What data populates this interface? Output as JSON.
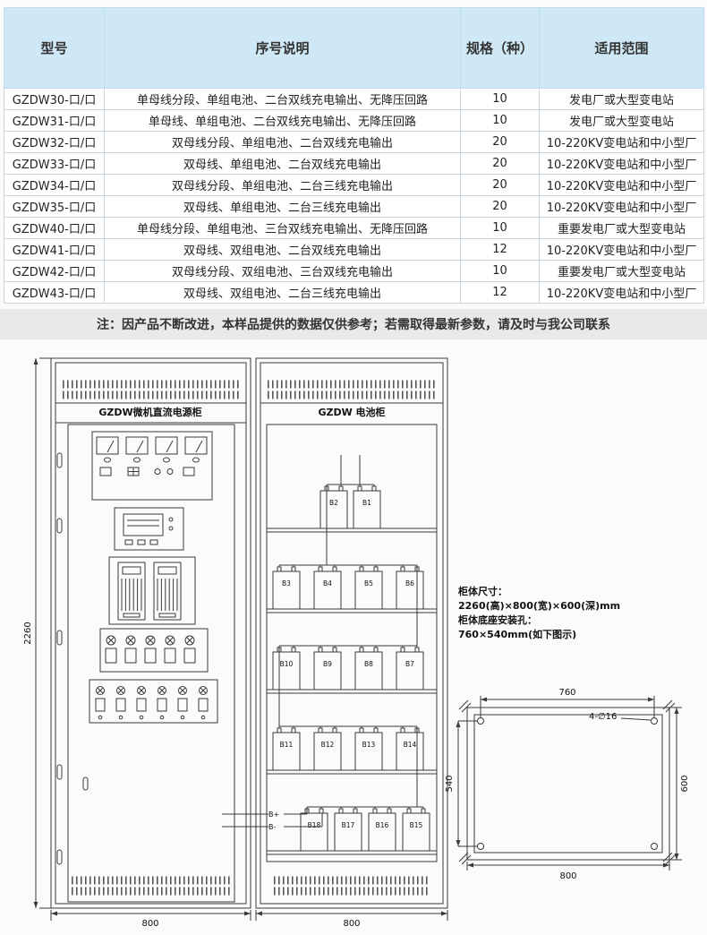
{
  "table": {
    "headers": [
      "型号",
      "序号说明",
      "规格（种）",
      "适用范围"
    ],
    "rows": [
      {
        "model": "GZDW30-口/口",
        "desc": "单母线分段、单组电池、二台双线充电输出、无降压回路",
        "spec": "10",
        "range": "发电厂或大型变电站"
      },
      {
        "model": "GZDW31-口/口",
        "desc": "单母线、单组电池、二台双线充电输出、无降压回路",
        "spec": "10",
        "range": "发电厂或大型变电站"
      },
      {
        "model": "GZDW32-口/口",
        "desc": "双母线分段、单组电池、二台双线充电输出",
        "spec": "20",
        "range": "10-220KV变电站和中小型厂"
      },
      {
        "model": "GZDW33-口/口",
        "desc": "双母线、单组电池、二台双线充电输出",
        "spec": "20",
        "range": "10-220KV变电站和中小型厂"
      },
      {
        "model": "GZDW34-口/口",
        "desc": "双母线分段、单组电池、二台三线充电输出",
        "spec": "20",
        "range": "10-220KV变电站和中小型厂"
      },
      {
        "model": "GZDW35-口/口",
        "desc": "双母线、单组电池、二台三线充电输出",
        "spec": "20",
        "range": "10-220KV变电站和中小型厂"
      },
      {
        "model": "GZDW40-口/口",
        "desc": "单母线分段、单组电池、三台双线充电输出、无降压回路",
        "spec": "10",
        "range": "重要发电厂或大型变电站"
      },
      {
        "model": "GZDW41-口/口",
        "desc": "双母线、双组电池、二台双线充电输出",
        "spec": "12",
        "range": "10-220KV变电站和中小型厂"
      },
      {
        "model": "GZDW42-口/口",
        "desc": "双母线分段、双组电池、三台双线充电输出",
        "spec": "10",
        "range": "重要发电厂或大型变电站"
      },
      {
        "model": "GZDW43-口/口",
        "desc": "双母线、双组电池、二台三线充电输出",
        "spec": "12",
        "range": "10-220KV变电站和中小型厂"
      }
    ]
  },
  "note": "注：因产品不断改进，本样品提供的数据仅供参考；若需取得最新参数，请及时与我公司联系",
  "diagram": {
    "power_cabinet_title": "GZDW微机直流电源柜",
    "battery_cabinet_title": "GZDW 电池柜",
    "height_dim": "2260",
    "power_width_dim": "800",
    "battery_width_dim": "800",
    "batteries": [
      "B2",
      "B1",
      "B3",
      "B4",
      "B5",
      "B6",
      "B10",
      "B9",
      "B8",
      "B7",
      "B11",
      "B12",
      "B13",
      "B14",
      "B18",
      "B17",
      "B16",
      "B15"
    ],
    "terminal_pos": "B+",
    "terminal_neg": "B-",
    "size_note": {
      "label1": "柜体尺寸：",
      "value1": "2260(高)×800(宽)×600(深)mm",
      "label2": "柜体底座安装孔：",
      "value2": "760×540mm(如下图示)"
    },
    "base": {
      "top_dim": "760",
      "left_dim": "540",
      "right_dim": "600",
      "bottom_dim": "800",
      "hole_label": "4-∅16"
    }
  },
  "colors": {
    "header_bg": "#cfe8f5",
    "table_border": "#c9d6dd",
    "note_bg": "#e9e9e9",
    "line": "#3a3a3a"
  }
}
